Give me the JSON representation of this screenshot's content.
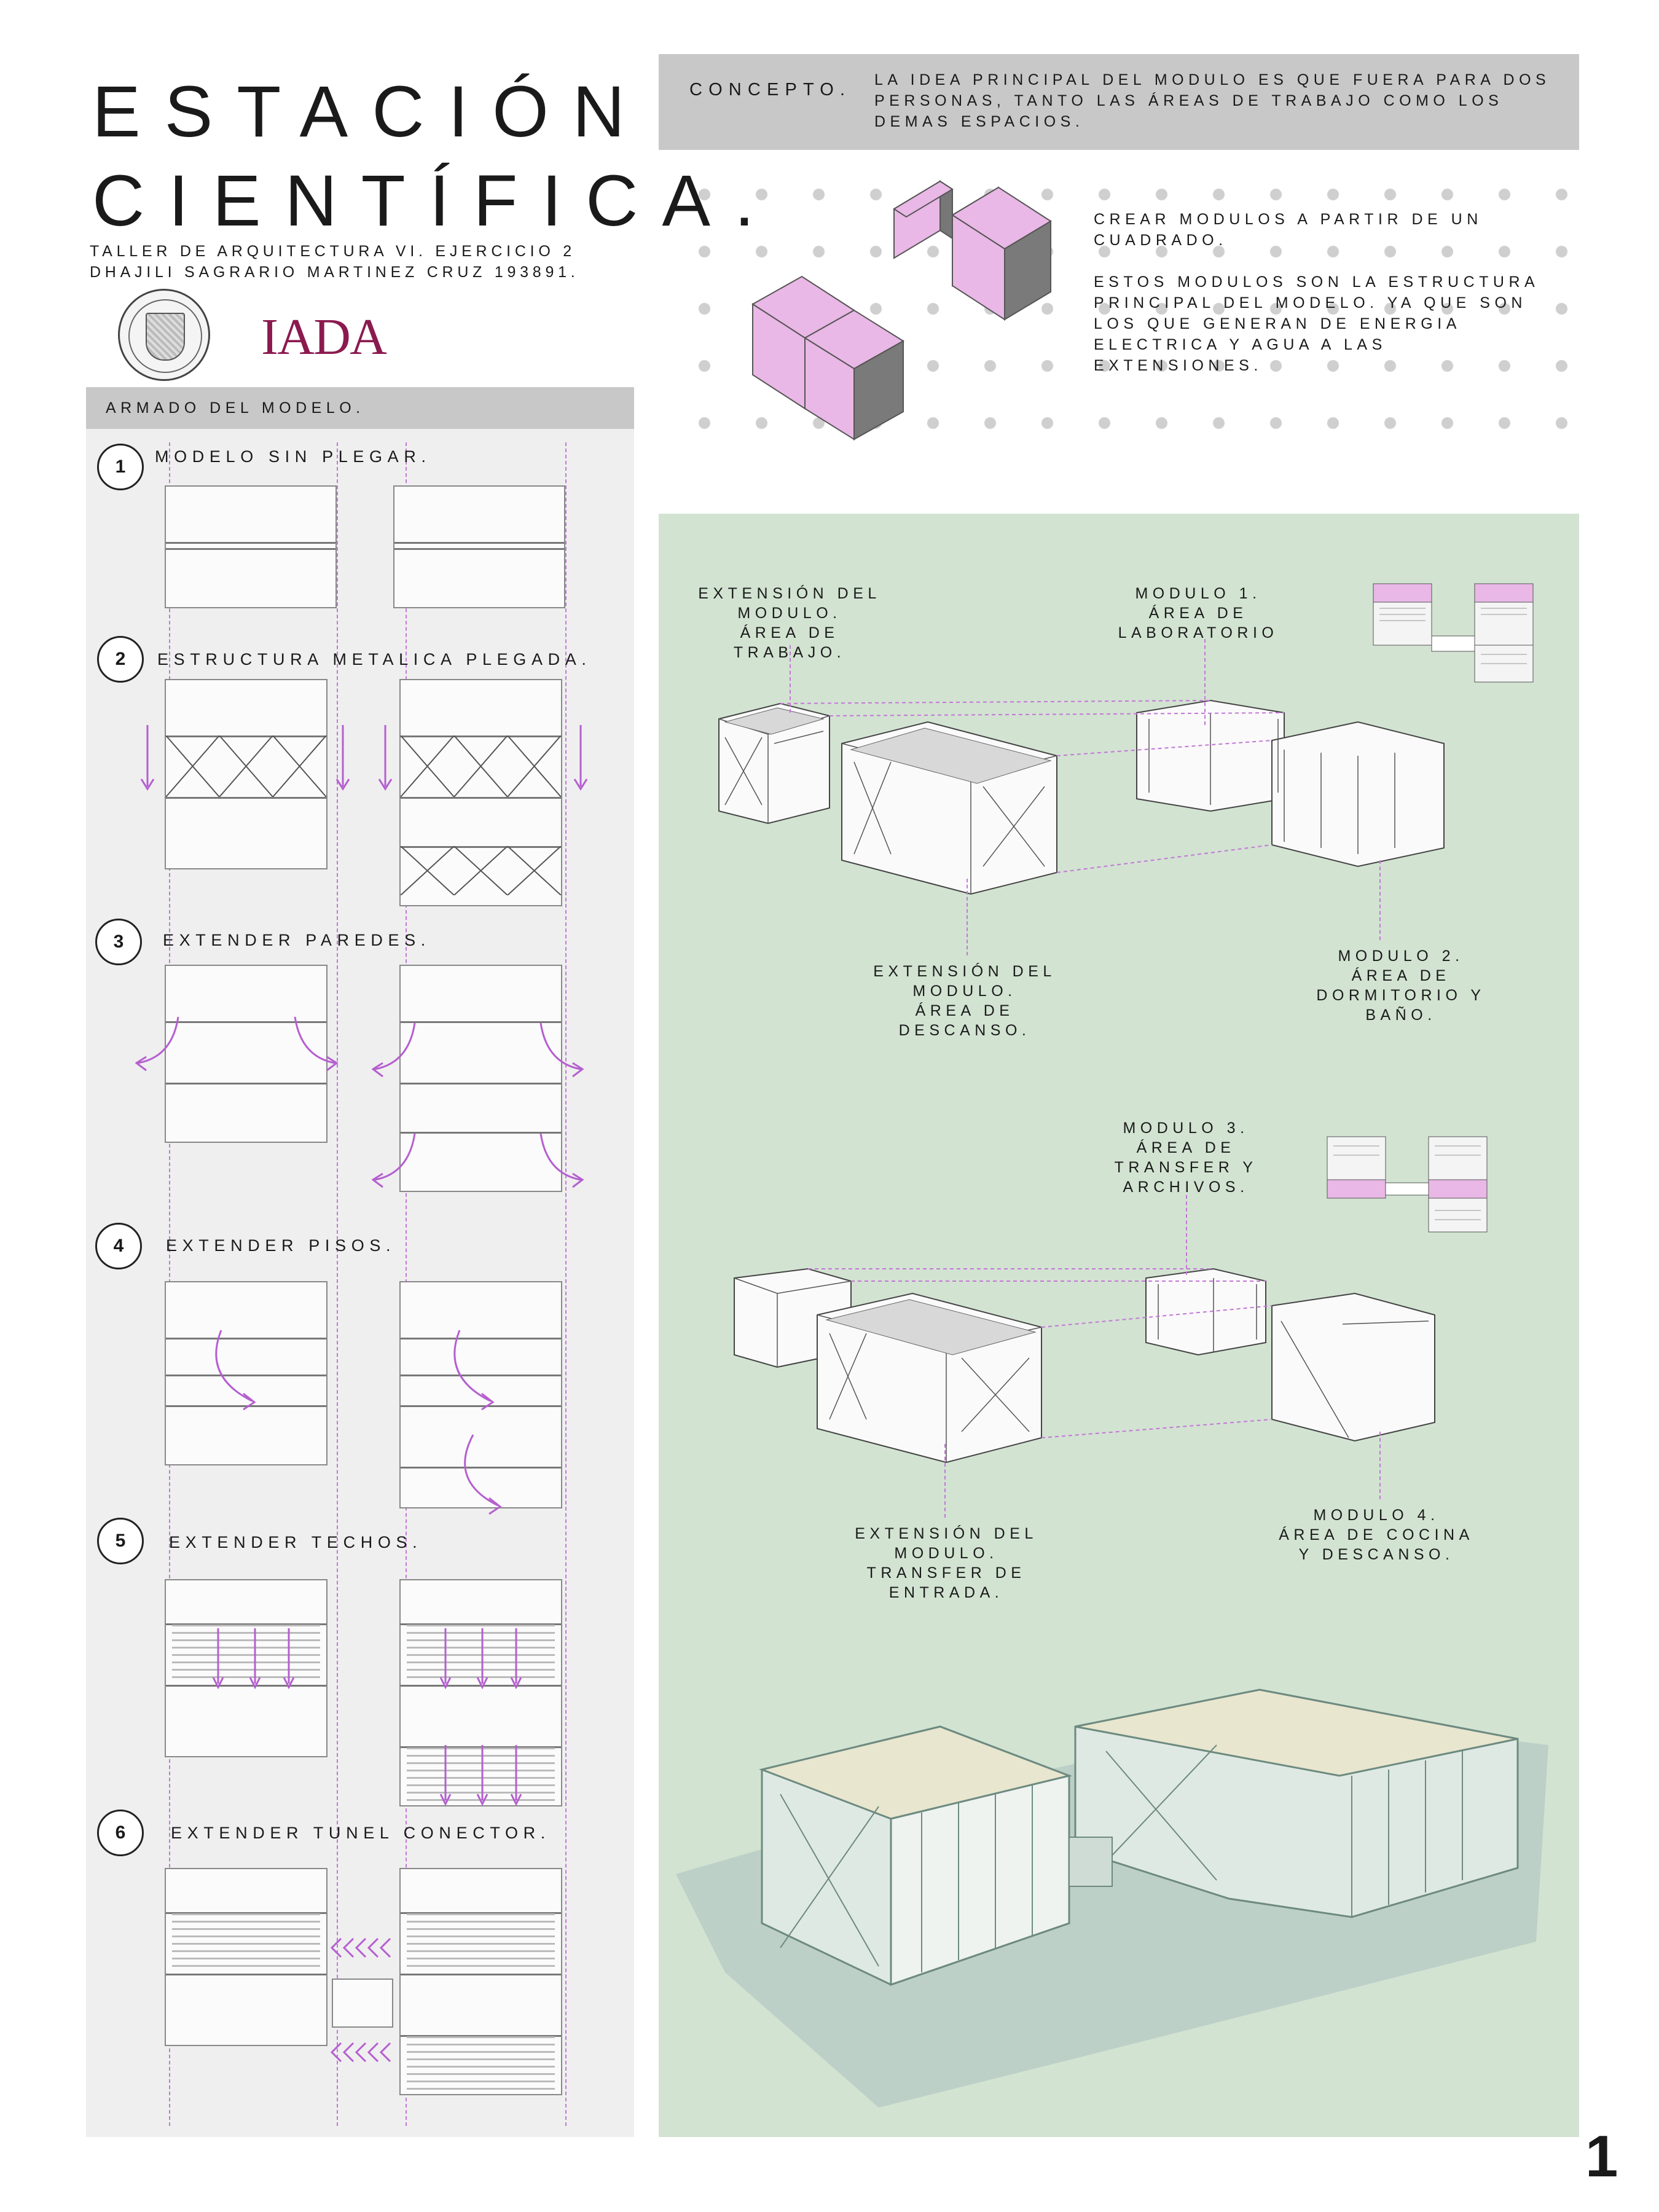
{
  "title": {
    "line1": "ESTACIÓN",
    "line2": "CIENTÍFICA."
  },
  "subtitle": {
    "line1": "TALLER DE ARQUITECTURA VI. EJERCICIO 2",
    "line2": "DHAJILI SAGRARIO MARTINEZ CRUZ 193891."
  },
  "logo": "IADA",
  "assembly": {
    "header": "ARMADO DEL MODELO.",
    "steps": [
      {
        "number": "1",
        "label": "MODELO SIN PLEGAR."
      },
      {
        "number": "2",
        "label": "ESTRUCTURA METALICA PLEGADA."
      },
      {
        "number": "3",
        "label": "EXTENDER PAREDES."
      },
      {
        "number": "4",
        "label": "EXTENDER PISOS."
      },
      {
        "number": "5",
        "label": "EXTENDER TECHOS."
      },
      {
        "number": "6",
        "label": "EXTENDER TUNEL CONECTOR."
      }
    ]
  },
  "concept": {
    "title": "CONCEPTO.",
    "text": "LA IDEA PRINCIPAL DEL MODULO ES QUE FUERA PARA DOS PERSONAS, TANTO LAS ÁREAS DE TRABAJO COMO LOS DEMAS ESPACIOS."
  },
  "cubes": {
    "line1": "CREAR MODULOS A PARTIR DE UN CUADRADO.",
    "line2": "ESTOS MODULOS SON LA ESTRUCTURA PRINCIPAL DEL MODELO. YA QUE SON LOS QUE GENERAN DE ENERGIA ELECTRICA Y AGUA A LAS EXTENSIONES."
  },
  "modules": {
    "ext_trabajo": [
      "EXTENSIÓN DEL",
      "MODULO.",
      "ÁREA DE TRABAJO."
    ],
    "mod1": [
      "MODULO 1.",
      "ÁREA DE",
      "LABORATORIO"
    ],
    "ext_descanso": [
      "EXTENSIÓN DEL",
      "MODULO.",
      "ÁREA DE",
      "DESCANSO."
    ],
    "mod2": [
      "MODULO 2.",
      "ÁREA DE",
      "DORMITORIO Y",
      "BAÑO."
    ],
    "mod3": [
      "MODULO 3.",
      "ÁREA DE",
      "TRANSFER Y",
      "ARCHIVOS."
    ],
    "ext_entrada": [
      "EXTENSIÓN DEL",
      "MODULO.",
      "TRANSFER DE",
      "ENTRADA."
    ],
    "mod4": [
      "MODULO 4.",
      "ÁREA DE COCINA",
      "Y DESCANSO."
    ]
  },
  "page_number": "1",
  "colors": {
    "accent_pink": "#e9b8e6",
    "guide_purple": "#c477d6",
    "green_panel": "#d2e3d2",
    "header_gray": "#c8c8c8",
    "logo_red": "#8b1a4f"
  }
}
